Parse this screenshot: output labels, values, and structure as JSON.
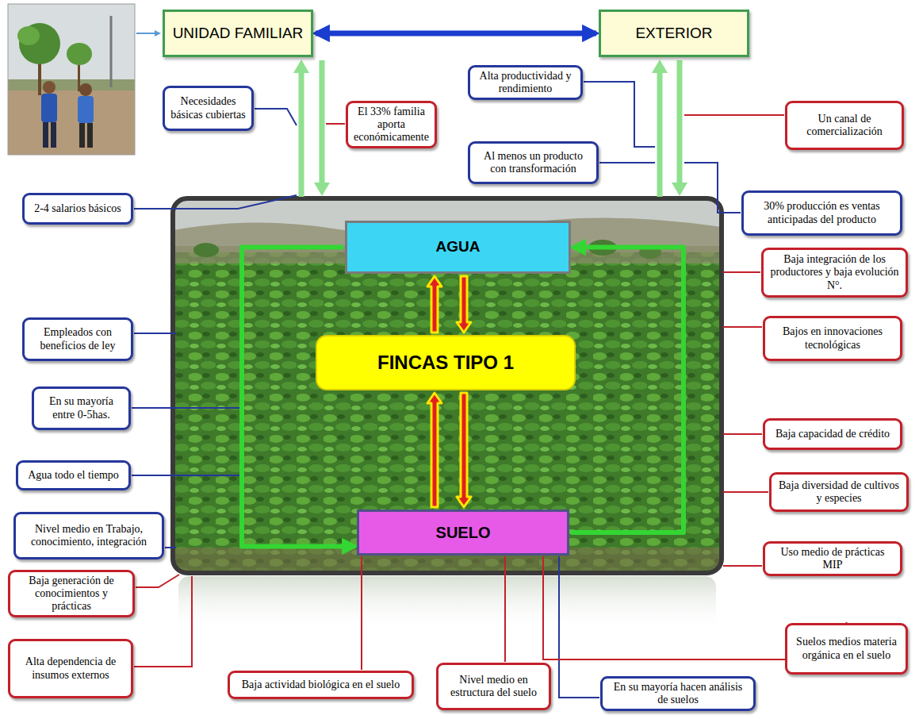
{
  "diagram": {
    "nodes": [
      {
        "text": [
          "UNIDAD FAMILIAR"
        ]
      },
      {
        "text": [
          "EXTERIOR"
        ]
      },
      {
        "text": [
          "Alta productividad y rendimiento"
        ]
      },
      {
        "text": [
          "Necesidades básicas cubiertas"
        ]
      },
      {
        "text": [
          "El 33% familia aporta económicamente"
        ]
      },
      {
        "text": [
          "Un canal de comercialización"
        ]
      },
      {
        "text": [
          "Al menos un producto con transformación"
        ]
      },
      {
        "text": [
          "2-4 salarios básicos"
        ]
      },
      {
        "text": [
          "30% producción es ventas anticipadas del producto"
        ]
      },
      {
        "text": [
          "AGUA"
        ]
      },
      {
        "text": [
          "Baja integración de los productores y baja evolución N°."
        ]
      },
      {
        "text": [
          "Empleados con beneficios de ley"
        ]
      },
      {
        "text": [
          "Bajos en innovaciones tecnológicas"
        ]
      },
      {
        "text": [
          "FINCAS TIPO 1"
        ]
      },
      {
        "text": [
          "En su mayoría entre 0-5has."
        ]
      },
      {
        "text": [
          "Baja capacidad de crédito"
        ]
      },
      {
        "text": [
          "Agua todo el tiempo"
        ]
      },
      {
        "text": [
          "Baja diversidad de cultivos y especies"
        ]
      },
      {
        "text": [
          "Nivel medio en Trabajo, conocimiento, integración"
        ]
      },
      {
        "text": [
          "SUELO"
        ]
      },
      {
        "text": [
          "Uso medio de prácticas MIP"
        ]
      },
      {
        "text": [
          "Baja generación de conocimientos y prácticas"
        ]
      },
      {
        "text": [
          "Suelos medios materia orgánica en el suelo"
        ]
      },
      {
        "text": [
          "Alta dependencia de insumos externos"
        ]
      },
      {
        "text": [
          "Baja actividad biológica en el suelo"
        ]
      },
      {
        "text": [
          "Nivel medio en estructura del suelo"
        ]
      },
      {
        "text": [
          "En su mayoría hacen análisis de suelos"
        ]
      }
    ],
    "edges": [
      {
        "from": 0,
        "to": 1,
        "arrow": "both"
      },
      {
        "from": 9,
        "to": 19,
        "arrow": "to"
      },
      {
        "from": 19,
        "to": 9,
        "arrow": "to"
      },
      {
        "from": 13,
        "to": 9,
        "arrow": "to"
      },
      {
        "from": 9,
        "to": 13,
        "arrow": "to"
      },
      {
        "from": 19,
        "to": 13,
        "arrow": "to"
      },
      {
        "from": 13,
        "to": 19,
        "arrow": "to"
      },
      {
        "from": 24,
        "to": 19,
        "arrow": "none"
      },
      {
        "from": 25,
        "to": 19,
        "arrow": "none"
      },
      {
        "from": 26,
        "to": 19,
        "arrow": "none"
      },
      {
        "from": 22,
        "to": 19,
        "arrow": "none"
      }
    ]
  }
}
